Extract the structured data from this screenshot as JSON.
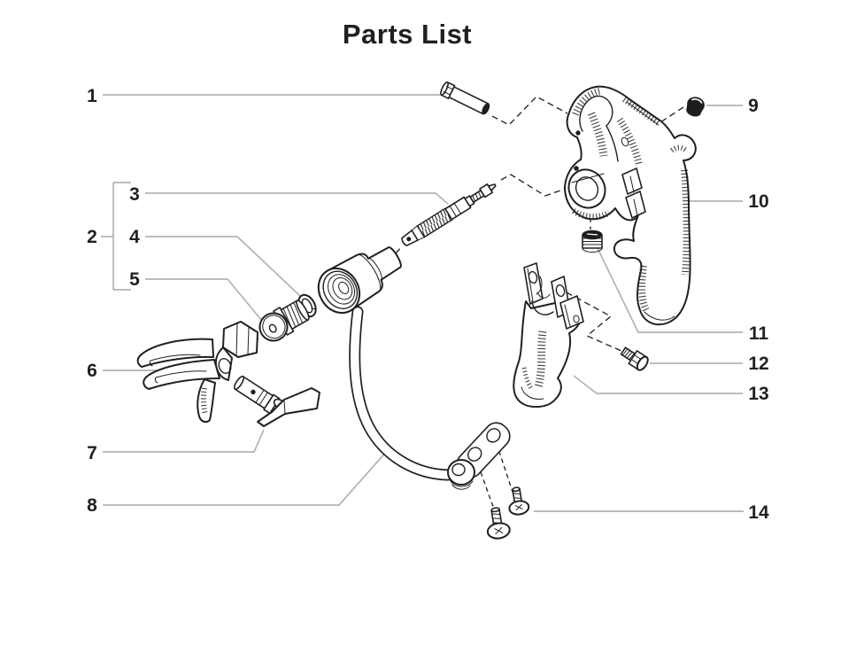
{
  "page": {
    "title": "Parts List"
  },
  "diagram": {
    "ink_color": "#231f20",
    "leader_line_color": "#b3b3b3",
    "callouts": [
      {
        "label": "1"
      },
      {
        "label": "2"
      },
      {
        "label": "3"
      },
      {
        "label": "4"
      },
      {
        "label": "5"
      },
      {
        "label": "6"
      },
      {
        "label": "7"
      },
      {
        "label": "8"
      },
      {
        "label": "9"
      },
      {
        "label": "10"
      },
      {
        "label": "11"
      },
      {
        "label": "12"
      },
      {
        "label": "13"
      },
      {
        "label": "14"
      }
    ]
  }
}
